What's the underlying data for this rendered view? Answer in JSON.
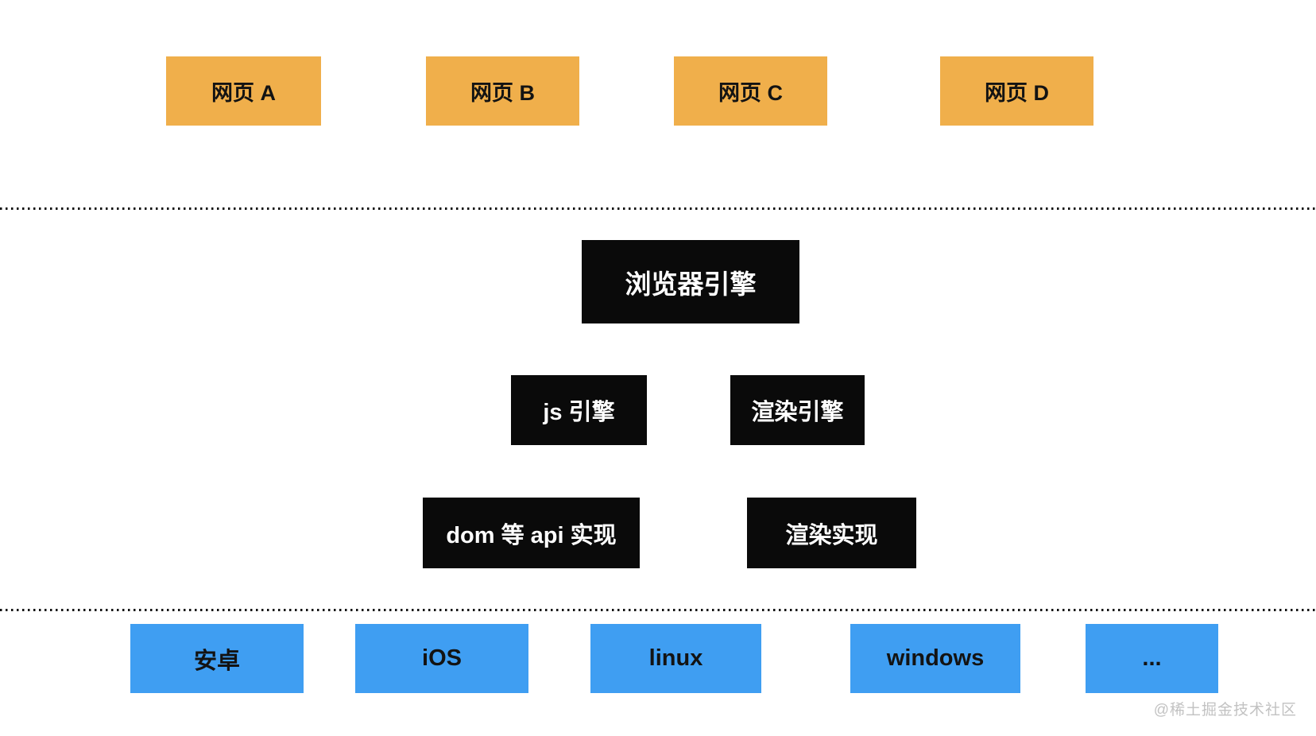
{
  "page": {
    "background": "#ffffff",
    "watermark": "@稀土掘金技术社区"
  },
  "colors": {
    "webpage_box": "#F0AF4B",
    "engine_box": "#0A0A0A",
    "engine_box_text": "#FFFFFF",
    "platform_box": "#3F9EF2",
    "dark_text": "#131313",
    "dotted_line": "#111111",
    "watermark_text": "#C2C2C2"
  },
  "diagram": {
    "webpages": [
      {
        "label": "网页 A"
      },
      {
        "label": "网页 B"
      },
      {
        "label": "网页 C"
      },
      {
        "label": "网页 D"
      }
    ],
    "browser_engine": {
      "label": "浏览器引擎"
    },
    "engines": [
      {
        "label": "js 引擎"
      },
      {
        "label": "渲染引擎"
      }
    ],
    "implementations": [
      {
        "label": "dom 等 api 实现"
      },
      {
        "label": "渲染实现"
      }
    ],
    "platforms": [
      {
        "label": "安卓"
      },
      {
        "label": "iOS"
      },
      {
        "label": "linux"
      },
      {
        "label": "windows"
      },
      {
        "label": "..."
      }
    ]
  }
}
